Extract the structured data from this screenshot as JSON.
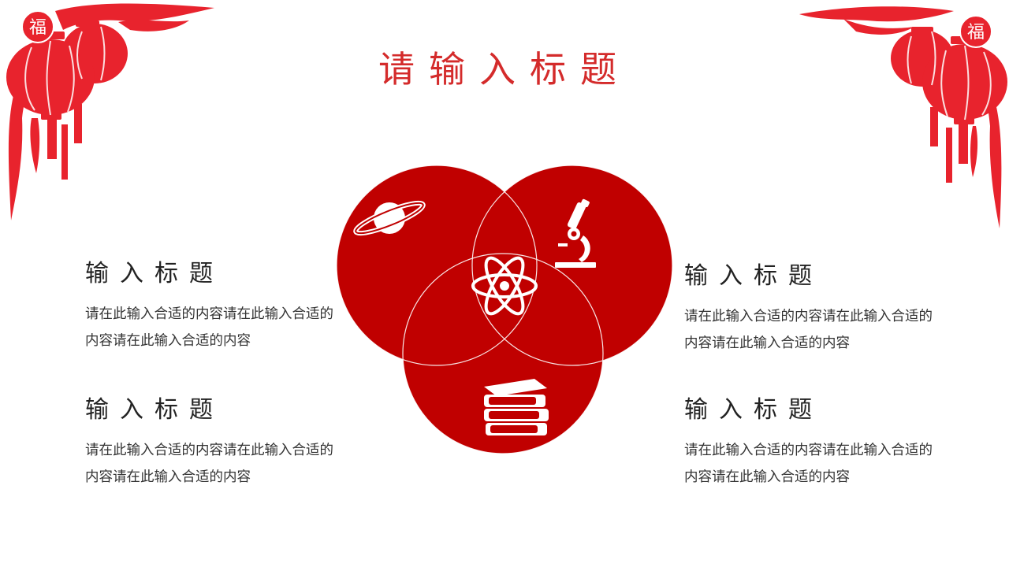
{
  "slide": {
    "title": "请输入标题",
    "blocks": [
      {
        "heading": "输入标题",
        "text": "请在此输入合适的内容请在此输入合适的内容请在此输入合适的内容"
      },
      {
        "heading": "输入标题",
        "text": "请在此输入合适的内容请在此输入合适的内容请在此输入合适的内容"
      },
      {
        "heading": "输入标题",
        "text": "请在此输入合适的内容请在此输入合适的内容请在此输入合适的内容"
      },
      {
        "heading": "输入标题",
        "text": "请在此输入合适的内容请在此输入合适的内容请在此输入合适的内容"
      }
    ]
  },
  "decorations": {
    "lantern_char": "福",
    "accent_color": "#e8232d",
    "venn_color": "#c00000"
  },
  "icons": [
    "planet-icon",
    "microscope-icon",
    "atom-icon",
    "books-icon"
  ]
}
